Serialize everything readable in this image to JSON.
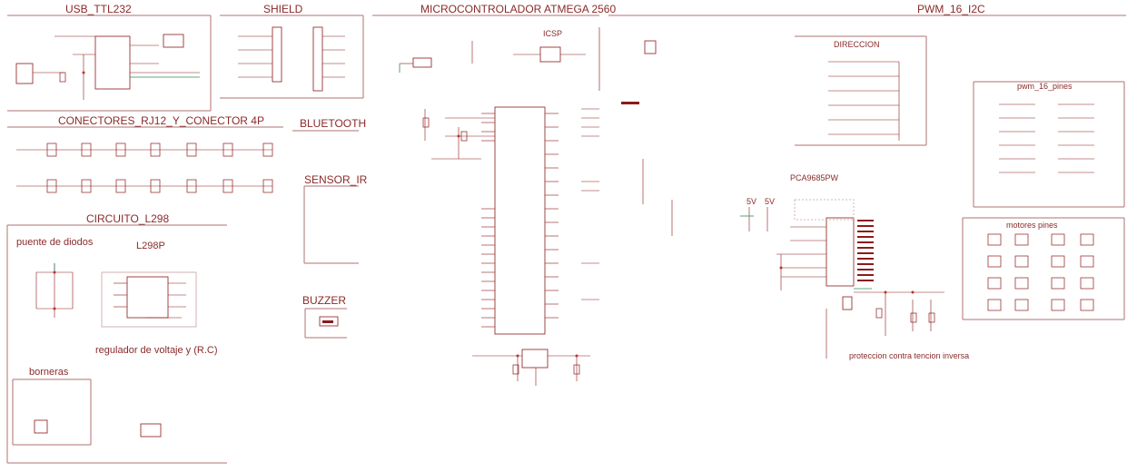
{
  "sections": {
    "usb": "USB_TTL232",
    "shield": "SHIELD",
    "mcu": "MICROCONTROLADOR ATMEGA 2560",
    "pwm": "PWM_16_I2C",
    "rj12": "CONECTORES_RJ12_Y_CONECTOR 4P",
    "bluetooth": "BLUETOOTH",
    "sensor": "SENSOR_IR",
    "l298": "CIRCUITO_L298",
    "buzzer": "BUZZER"
  },
  "labels": {
    "puente": "puente de diodos",
    "l298p": "L298P",
    "regulador": "regulador de voltaje y (R.C)",
    "borneras": "borneras",
    "icsp": "ICSP",
    "direccion": "DIRECCION",
    "pwm_pines": "pwm_16_pines",
    "pca": "PCA9685PW",
    "motores": "motores pines",
    "proteccion": "proteccion contra tencion inversa",
    "v5a": "5V",
    "v5b": "5V"
  },
  "colors": {
    "wire": "#8b1a1a",
    "net": "#2e8b57",
    "frame": "#c9a0a0",
    "text": "#8a2a2a"
  }
}
